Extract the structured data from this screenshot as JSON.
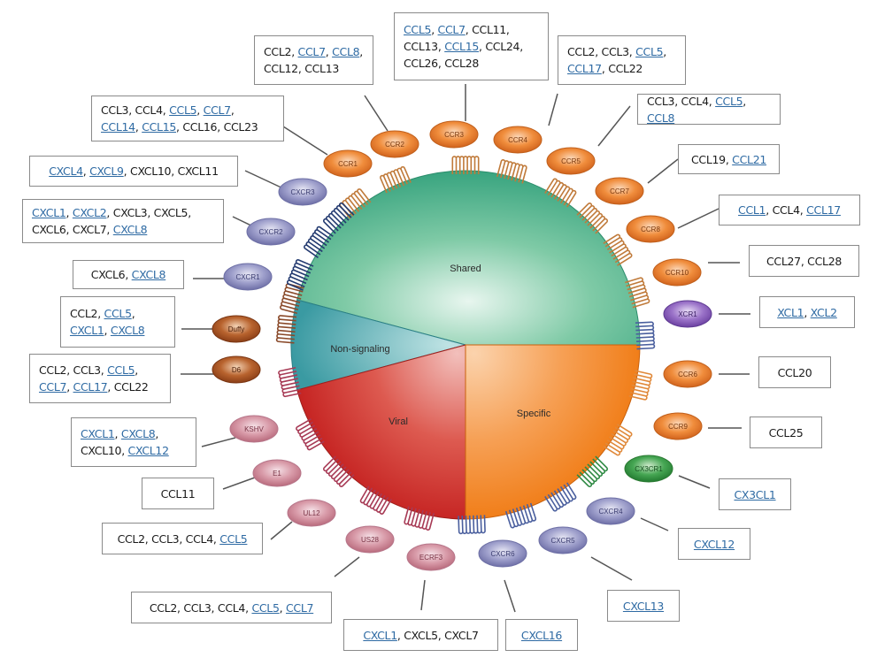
{
  "title": "Chemokine receptors and their ligands",
  "segments": [
    {
      "id": "shared",
      "label": "Shared",
      "color": "#3fae86"
    },
    {
      "id": "non-signaling",
      "label": "Non-signaling",
      "color": "#4aa5a8"
    },
    {
      "id": "viral",
      "label": "Viral",
      "color": "#d23a35"
    },
    {
      "id": "specific",
      "label": "Specific",
      "color": "#f48a2a"
    }
  ],
  "colors": {
    "ccr_receptor": "#ee7e2a",
    "cxcr_receptor": "#8e8fc0",
    "atypical_receptor": "#a8552a",
    "viral_receptor": "#d58a9a",
    "xcr_receptor": "#8a60b8",
    "cx3cr_receptor": "#3c9b48",
    "link": "#2e6aa3",
    "box_border": "#8a8a8a"
  },
  "receptors": [
    {
      "name": "CCR1",
      "type": "ccr",
      "ligands": [
        [
          "CCL3",
          false
        ],
        [
          "CCL4",
          false
        ],
        [
          "CCL5",
          true
        ],
        [
          "CCL7",
          true
        ],
        [
          "CCL14",
          true
        ],
        [
          "CCL15",
          true
        ],
        [
          "CCL16",
          false
        ],
        [
          "CCL23",
          false
        ]
      ]
    },
    {
      "name": "CCR2",
      "type": "ccr",
      "ligands": [
        [
          "CCL2",
          false
        ],
        [
          "CCL7",
          true
        ],
        [
          "CCL8",
          true
        ],
        [
          "CCL12",
          false
        ],
        [
          "CCL13",
          false
        ]
      ]
    },
    {
      "name": "CCR3",
      "type": "ccr",
      "ligands": [
        [
          "CCL5",
          true
        ],
        [
          "CCL7",
          true
        ],
        [
          "CCL11",
          false
        ],
        [
          "CCL13",
          false
        ],
        [
          "CCL15",
          true
        ],
        [
          "CCL24",
          false
        ],
        [
          "CCL26",
          false
        ],
        [
          "CCL28",
          false
        ]
      ]
    },
    {
      "name": "CCR4",
      "type": "ccr",
      "ligands": [
        [
          "CCL2",
          false
        ],
        [
          "CCL3",
          false
        ],
        [
          "CCL5",
          true
        ],
        [
          "CCL17",
          true
        ],
        [
          "CCL22",
          false
        ]
      ]
    },
    {
      "name": "CCR5",
      "type": "ccr",
      "ligands": [
        [
          "CCL3",
          false
        ],
        [
          "CCL4",
          false
        ],
        [
          "CCL5",
          true
        ],
        [
          "CCL8",
          true
        ]
      ]
    },
    {
      "name": "CCR7",
      "type": "ccr",
      "ligands": [
        [
          "CCL19",
          false
        ],
        [
          "CCL21",
          true
        ]
      ]
    },
    {
      "name": "CCR8",
      "type": "ccr",
      "ligands": [
        [
          "CCL1",
          true
        ],
        [
          "CCL4",
          false
        ],
        [
          "CCL17",
          true
        ]
      ]
    },
    {
      "name": "CCR10",
      "type": "ccr",
      "ligands": [
        [
          "CCL27",
          false
        ],
        [
          "CCL28",
          false
        ]
      ]
    },
    {
      "name": "XCR1",
      "type": "xcr",
      "ligands": [
        [
          "XCL1",
          true
        ],
        [
          "XCL2",
          true
        ]
      ]
    },
    {
      "name": "CCR6",
      "type": "ccr",
      "ligands": [
        [
          "CCL20",
          false
        ]
      ]
    },
    {
      "name": "CCR9",
      "type": "ccr",
      "ligands": [
        [
          "CCL25",
          false
        ]
      ]
    },
    {
      "name": "CX3CR1",
      "type": "cx3cr",
      "ligands": [
        [
          "CX3CL1",
          true
        ]
      ]
    },
    {
      "name": "CXCR4",
      "type": "cxcr",
      "ligands": [
        [
          "CXCL12",
          true
        ]
      ]
    },
    {
      "name": "CXCR5",
      "type": "cxcr",
      "ligands": [
        [
          "CXCL13",
          true
        ]
      ]
    },
    {
      "name": "CXCR6",
      "type": "cxcr",
      "ligands": [
        [
          "CXCL16",
          true
        ]
      ]
    },
    {
      "name": "ECRF3",
      "type": "viral",
      "ligands": [
        [
          "CXCL1",
          true
        ],
        [
          "CXCL5",
          false
        ],
        [
          "CXCL7",
          false
        ]
      ]
    },
    {
      "name": "US28",
      "type": "viral",
      "ligands": [
        [
          "CCL2",
          false
        ],
        [
          "CCL3",
          false
        ],
        [
          "CCL4",
          false
        ],
        [
          "CCL5",
          true
        ],
        [
          "CCL7",
          true
        ]
      ]
    },
    {
      "name": "UL12",
      "type": "viral",
      "ligands": [
        [
          "CCL2",
          false
        ],
        [
          "CCL3",
          false
        ],
        [
          "CCL4",
          false
        ],
        [
          "CCL5",
          true
        ]
      ]
    },
    {
      "name": "E1",
      "type": "viral",
      "ligands": [
        [
          "CCL11",
          false
        ]
      ]
    },
    {
      "name": "KSHV",
      "type": "viral",
      "ligands": [
        [
          "CXCL1",
          true
        ],
        [
          "CXCL8",
          true
        ],
        [
          "CXCL10",
          false
        ],
        [
          "CXCL12",
          true
        ]
      ]
    },
    {
      "name": "D6",
      "type": "atypical",
      "ligands": [
        [
          "CCL2",
          false
        ],
        [
          "CCL3",
          false
        ],
        [
          "CCL5",
          true
        ],
        [
          "CCL7",
          true
        ],
        [
          "CCL17",
          true
        ],
        [
          "CCL22",
          false
        ]
      ]
    },
    {
      "name": "Duffy",
      "type": "atypical",
      "ligands": [
        [
          "CCL2",
          false
        ],
        [
          "CCL5",
          true
        ],
        [
          "CXCL1",
          true
        ],
        [
          "CXCL8",
          true
        ]
      ]
    },
    {
      "name": "CXCR1",
      "type": "cxcr",
      "ligands": [
        [
          "CXCL6",
          false
        ],
        [
          "CXCL8",
          true
        ]
      ]
    },
    {
      "name": "CXCR2",
      "type": "cxcr",
      "ligands": [
        [
          "CXCL1",
          true
        ],
        [
          "CXCL2",
          true
        ],
        [
          "CXCL3",
          false
        ],
        [
          "CXCL5",
          false
        ],
        [
          "CXCL6",
          false
        ],
        [
          "CXCL7",
          false
        ],
        [
          "CXCL8",
          true
        ]
      ]
    },
    {
      "name": "CXCR3",
      "type": "cxcr",
      "ligands": [
        [
          "CXCL4",
          true
        ],
        [
          "CXCL9",
          true
        ],
        [
          "CXCL10",
          false
        ],
        [
          "CXCL11",
          false
        ]
      ]
    }
  ]
}
